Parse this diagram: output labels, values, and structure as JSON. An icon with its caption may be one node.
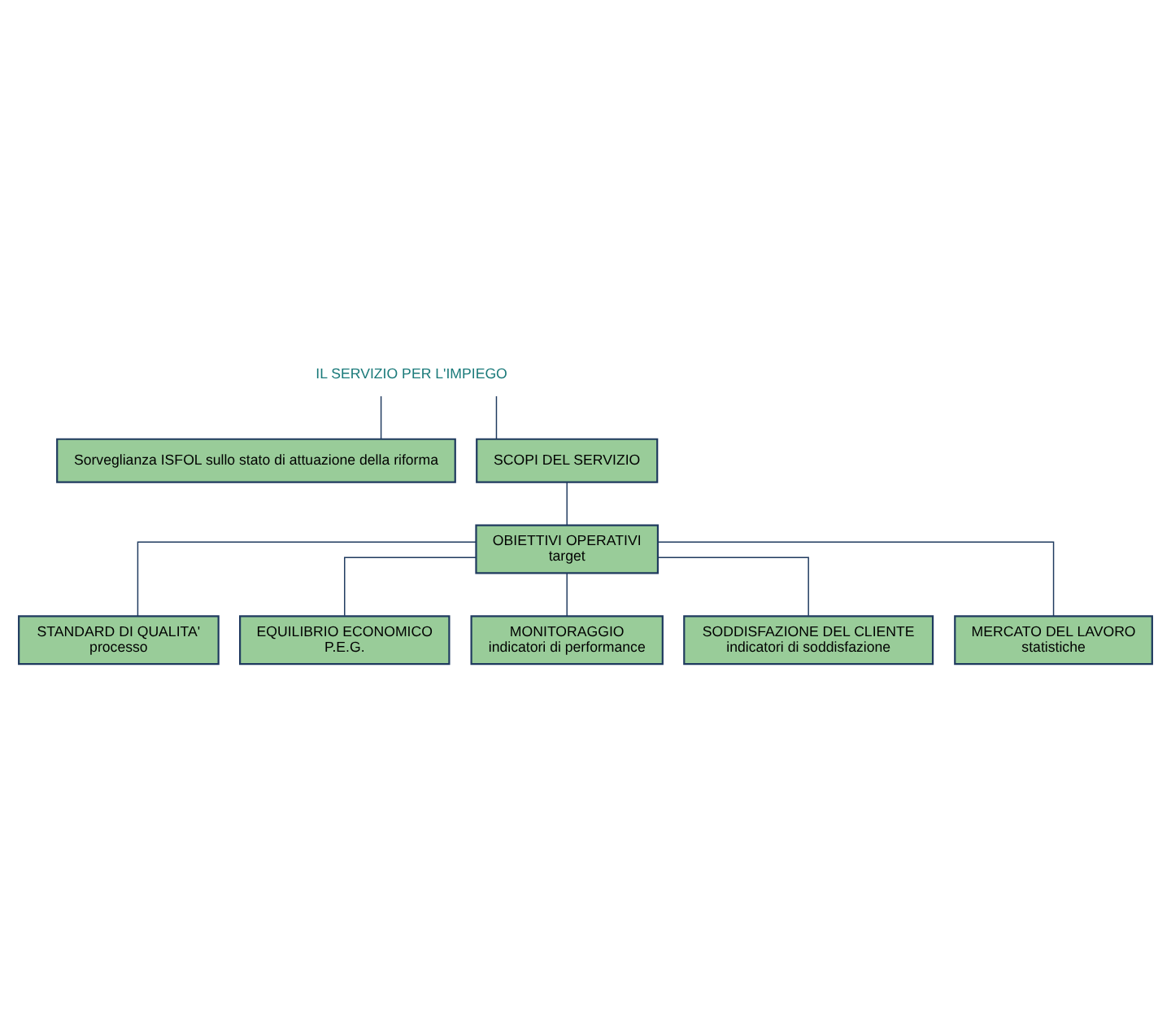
{
  "diagram": {
    "nodes": [
      {
        "text": [
          "IL SERVIZIO PER L'IMPIEGO"
        ]
      },
      {
        "text": [
          "Sorveglianza ISFOL sullo stato di attuazione della riforma"
        ]
      },
      {
        "text": [
          "SCOPI DEL SERVIZIO"
        ]
      },
      {
        "text": [
          "OBIETTIVI OPERATIVI",
          "target"
        ]
      },
      {
        "text": [
          "STANDARD DI QUALITA'",
          "processo"
        ]
      },
      {
        "text": [
          "EQUILIBRIO ECONOMICO",
          "P.E.G."
        ]
      },
      {
        "text": [
          "MONITORAGGIO",
          "indicatori di performance"
        ]
      },
      {
        "text": [
          "SODDISFAZIONE DEL CLIENTE",
          "indicatori di soddisfazione"
        ]
      },
      {
        "text": [
          "MERCATO DEL LAVORO",
          "statistiche"
        ]
      }
    ],
    "edges": [
      {
        "from": 0,
        "to": 1,
        "arrow": "none"
      },
      {
        "from": 0,
        "to": 2,
        "arrow": "none"
      },
      {
        "from": 2,
        "to": 3,
        "arrow": "none"
      },
      {
        "from": 3,
        "to": 4,
        "arrow": "none"
      },
      {
        "from": 3,
        "to": 5,
        "arrow": "none"
      },
      {
        "from": 3,
        "to": 6,
        "arrow": "none"
      },
      {
        "from": 3,
        "to": 7,
        "arrow": "none"
      },
      {
        "from": 3,
        "to": 8,
        "arrow": "none"
      }
    ]
  }
}
